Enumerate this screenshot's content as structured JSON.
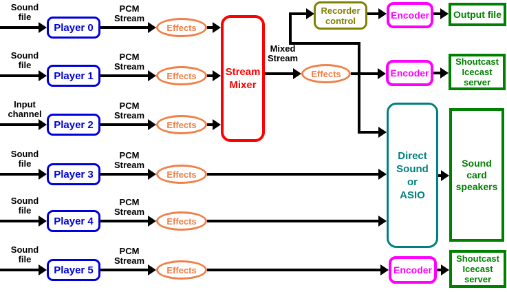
{
  "colors": {
    "blue": "#0000dd",
    "red": "#ff0000",
    "orange": "#f08048",
    "olive": "#808000",
    "magenta": "#ff00ff",
    "green": "#008000",
    "teal": "#008080",
    "black": "#000000",
    "bg": "#ffffff"
  },
  "rows": [
    {
      "source": "Sound\nfile",
      "player": "Player 0",
      "stream": "PCM\nStream",
      "effects": "Effects"
    },
    {
      "source": "Sound\nfile",
      "player": "Player 1",
      "stream": "PCM\nStream",
      "effects": "Effects"
    },
    {
      "source": "Input\nchannel",
      "player": "Player 2",
      "stream": "PCM\nStream",
      "effects": "Effects"
    },
    {
      "source": "Sound\nfile",
      "player": "Player 3",
      "stream": "PCM\nStream",
      "effects": "Effects"
    },
    {
      "source": "Sound\nfile",
      "player": "Player 4",
      "stream": "PCM\nStream",
      "effects": "Effects"
    },
    {
      "source": "Sound\nfile",
      "player": "Player 5",
      "stream": "PCM\nStream",
      "effects": "Effects"
    }
  ],
  "mixer": {
    "label": "Stream\nMixer",
    "output_label": "Mixed\nStream",
    "effects": "Effects"
  },
  "recorder": {
    "label": "Recorder\ncontrol"
  },
  "encoder_top": {
    "label": "Encoder"
  },
  "encoder_mid": {
    "label": "Encoder"
  },
  "encoder_bottom": {
    "label": "Encoder"
  },
  "output_file": {
    "label": "Output file"
  },
  "shoutcast_top": {
    "label": "Shoutcast\nIcecast\nserver"
  },
  "direct_sound": {
    "label": "Direct\nSound\nor\nASIO"
  },
  "speakers": {
    "label": "Sound card\nspeakers"
  },
  "shoutcast_bottom": {
    "label": "Shoutcast\nIcecast\nserver"
  }
}
